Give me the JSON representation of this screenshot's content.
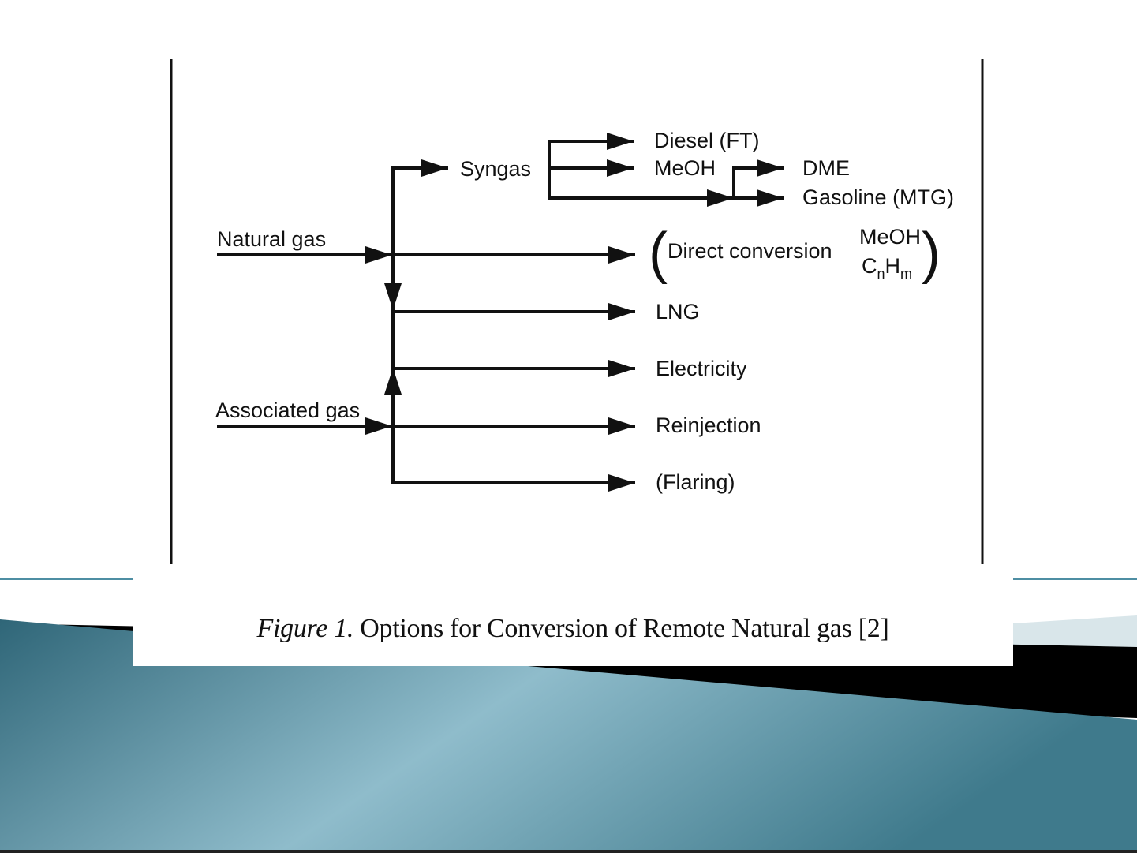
{
  "colors": {
    "teal_dark": "#2f6678",
    "teal_light": "#8fbccb",
    "band_black": "#000000",
    "accent_line": "#4e8ea3",
    "ink": "#111111"
  },
  "diagram": {
    "sources": {
      "natural_gas": "Natural gas",
      "associated_gas": "Associated gas"
    },
    "intermediate": {
      "syngas": "Syngas"
    },
    "syngas_products": {
      "diesel": "Diesel (FT)",
      "meoh": "MeOH"
    },
    "meoh_products": {
      "dme": "DME",
      "gasoline": "Gasoline (MTG)"
    },
    "direct_conversion": {
      "label": "Direct conversion",
      "product_1": "MeOH",
      "product_2_base_c": "C",
      "product_2_sub_n": "n",
      "product_2_base_h": "H",
      "product_2_sub_m": "m",
      "open_paren": "(",
      "close_paren": ")"
    },
    "outputs": {
      "lng": "LNG",
      "electricity": "Electricity",
      "reinjection": "Reinjection",
      "flaring": "(Flaring)"
    }
  },
  "caption": {
    "figure_label": "Figure 1.",
    "text": " Options for Conversion of Remote Natural gas [2]"
  }
}
